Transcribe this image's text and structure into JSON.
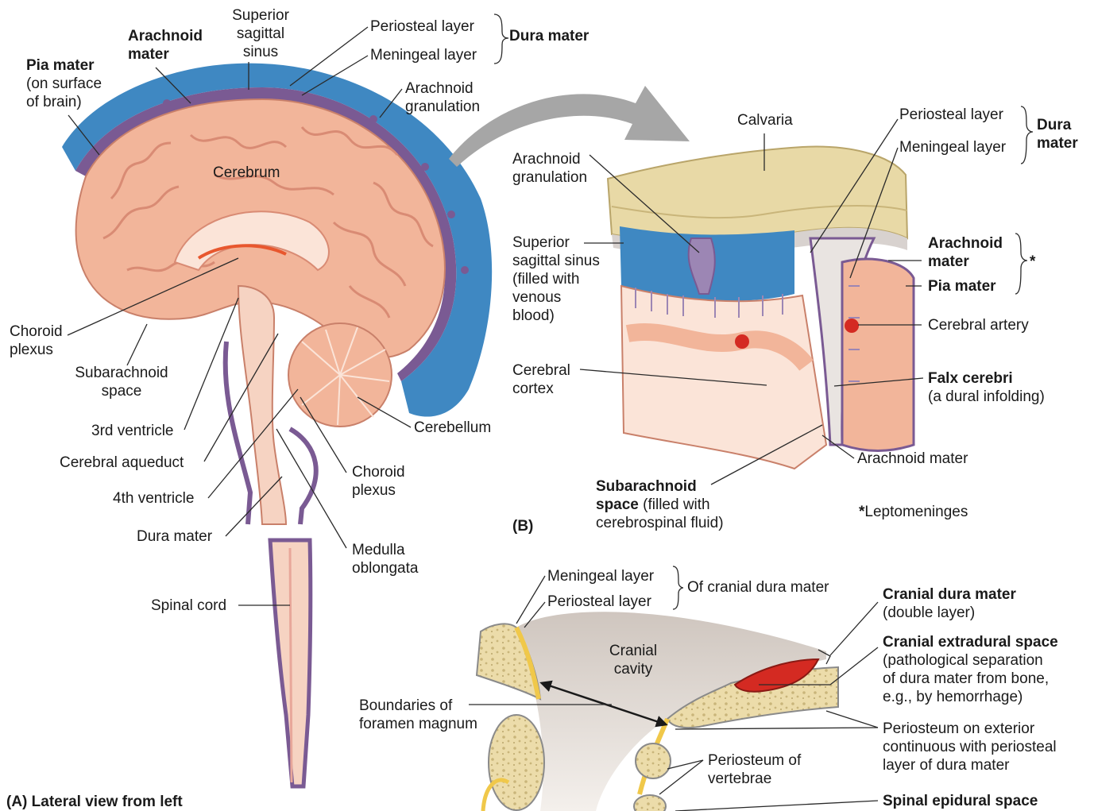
{
  "colors": {
    "dura_blue": "#3f88c2",
    "dura_purple": "#7a5a93",
    "brain_pink": "#f2b59a",
    "brain_dark": "#d98b74",
    "bone_tan": "#e8d9a6",
    "leader": "#2a2a2a",
    "hemorrhage_red": "#d42a22",
    "arrow_gray": "#a6a6a6"
  },
  "panel_a": {
    "caption": "(A) Lateral view from left",
    "labels": {
      "superior_sagittal_sinus": [
        "Superior",
        "sagittal",
        "sinus"
      ],
      "arachnoid_mater": [
        "Arachnoid",
        "mater"
      ],
      "pia_mater": "Pia mater",
      "pia_mater_note": [
        "(on surface",
        "of brain)"
      ],
      "periosteal_layer": "Periosteal layer",
      "meningeal_layer": "Meningeal layer",
      "dura_mater": "Dura mater",
      "arachnoid_granulation": [
        "Arachnoid",
        "granulation"
      ],
      "cerebrum": "Cerebrum",
      "choroid_plexus_left": [
        "Choroid",
        "plexus"
      ],
      "subarachnoid_space": [
        "Subarachnoid",
        "space"
      ],
      "third_ventricle": "3rd ventricle",
      "cerebral_aqueduct": "Cerebral aqueduct",
      "fourth_ventricle": "4th ventricle",
      "dura_mater_lower": "Dura mater",
      "spinal_cord": "Spinal cord",
      "cerebellum": "Cerebellum",
      "choroid_plexus_right": [
        "Choroid",
        "plexus"
      ],
      "medulla_oblongata": [
        "Medulla",
        "oblongata"
      ]
    }
  },
  "panel_b": {
    "caption": "(B)",
    "labels": {
      "calvaria": "Calvaria",
      "periosteal_layer": "Periosteal layer",
      "meningeal_layer": "Meningeal layer",
      "dura_mater": [
        "Dura",
        "mater"
      ],
      "arachnoid_granulation": [
        "Arachnoid",
        "granulation"
      ],
      "superior_sagittal_sinus": [
        "Superior",
        "sagittal sinus",
        "(filled with",
        "venous",
        "blood)"
      ],
      "arachnoid_mater": [
        "Arachnoid",
        "mater"
      ],
      "pia_mater": "Pia mater",
      "asterisk": "*",
      "cerebral_artery": "Cerebral artery",
      "cerebral_cortex": [
        "Cerebral",
        "cortex"
      ],
      "falx_cerebri": "Falx cerebri",
      "falx_note": "(a dural infolding)",
      "arachnoid_mater_lower": "Arachnoid mater",
      "subarachnoid_space_bold": "Subarachnoid",
      "subarachnoid_space_line2_bold": "space",
      "subarachnoid_space_line2_rest": " (filled with",
      "subarachnoid_space_line3": "cerebrospinal fluid)",
      "leptomeninges_star": "*",
      "leptomeninges": "Leptomeninges"
    }
  },
  "panel_c": {
    "labels": {
      "meningeal_layer": "Meningeal layer",
      "periosteal_layer": "Periosteal layer",
      "of_cranial_dura": "Of cranial dura mater",
      "cranial_dura_mater": "Cranial dura mater",
      "double_layer": "(double layer)",
      "cranial_cavity": [
        "Cranial",
        "cavity"
      ],
      "cranial_extradural_space": "Cranial extradural space",
      "extradural_note": [
        "(pathological separation",
        "of dura mater from bone,",
        "e.g., by hemorrhage)"
      ],
      "boundaries_foramen": [
        "Boundaries of",
        "foramen magnum"
      ],
      "periosteum_exterior": [
        "Periosteum on exterior",
        "continuous with periosteal",
        "layer of dura mater"
      ],
      "periosteum_vertebrae": [
        "Periosteum of",
        "vertebrae"
      ],
      "spinal_epidural_space": "Spinal epidural space"
    }
  }
}
